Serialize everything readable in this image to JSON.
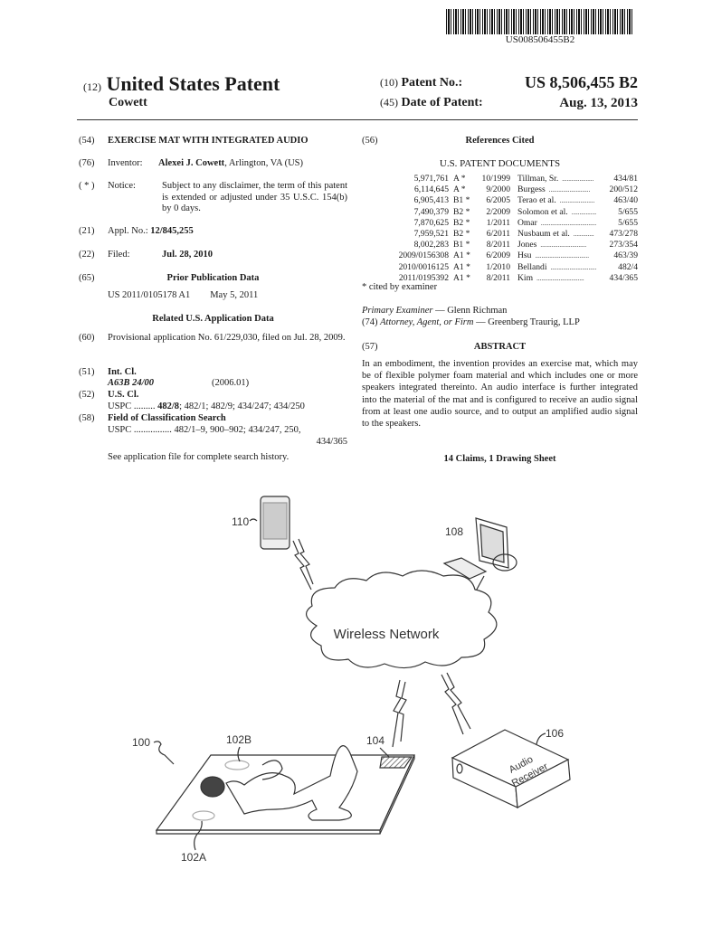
{
  "barcode": {
    "number": "US008506455B2"
  },
  "header": {
    "kind_code": "(12)",
    "title": "United States Patent",
    "inventor_surname": "Cowett",
    "patent_no_code": "(10)",
    "patent_no_label": "Patent No.:",
    "patent_no": "US 8,506,455 B2",
    "date_code": "(45)",
    "date_label": "Date of Patent:",
    "date": "Aug. 13, 2013"
  },
  "left": {
    "title": {
      "code": "(54)",
      "text": "EXERCISE MAT WITH INTEGRATED AUDIO"
    },
    "inventor": {
      "code": "(76)",
      "label": "Inventor:",
      "name": "Alexei J. Cowett",
      "location": ", Arlington, VA (US)"
    },
    "notice": {
      "code": "( * )",
      "label": "Notice:",
      "text": "Subject to any disclaimer, the term of this patent is extended or adjusted under 35 U.S.C. 154(b) by 0 days."
    },
    "appl": {
      "code": "(21)",
      "label": "Appl. No.:",
      "value": "12/845,255"
    },
    "filed": {
      "code": "(22)",
      "label": "Filed:",
      "value": "Jul. 28, 2010"
    },
    "prior": {
      "code": "(65)",
      "heading": "Prior Publication Data",
      "pub": "US 2011/0105178 A1",
      "date": "May 5, 2011"
    },
    "related": {
      "heading": "Related U.S. Application Data",
      "code": "(60)",
      "text": "Provisional application No. 61/229,030, filed on Jul. 28, 2009."
    },
    "intcl": {
      "code": "(51)",
      "label": "Int. Cl.",
      "class": "A63B 24/00",
      "year": "(2006.01)"
    },
    "uscl": {
      "code": "(52)",
      "label": "U.S. Cl.",
      "prefix": "USPC .........",
      "main": "482/8",
      "rest": "; 482/1; 482/9; 434/247; 434/250"
    },
    "field": {
      "code": "(58)",
      "label": "Field of Classification Search",
      "line1": "USPC ................ 482/1–9, 900–902; 434/247, 250,",
      "line2": "434/365",
      "note": "See application file for complete search history."
    }
  },
  "right": {
    "refs": {
      "code": "(56)",
      "heading": "References Cited",
      "subheading": "U.S. PATENT DOCUMENTS",
      "items": [
        {
          "no": "5,971,761",
          "kind": "A  *",
          "date": "10/1999",
          "name": "Tillman, Sr.",
          "dots": "....................",
          "cls": "434/81"
        },
        {
          "no": "6,114,645",
          "kind": "A  *",
          "date": "9/2000",
          "name": "Burgess",
          "dots": "..........................",
          "cls": "200/512"
        },
        {
          "no": "6,905,413",
          "kind": "B1 *",
          "date": "6/2005",
          "name": "Terao et al.",
          "dots": "......................",
          "cls": "463/40"
        },
        {
          "no": "7,490,379",
          "kind": "B2 *",
          "date": "2/2009",
          "name": "Solomon et al.",
          "dots": "..................",
          "cls": "5/655"
        },
        {
          "no": "7,870,625",
          "kind": "B2 *",
          "date": "1/2011",
          "name": "Omar",
          "dots": "...................................",
          "cls": "5/655"
        },
        {
          "no": "7,959,521",
          "kind": "B2 *",
          "date": "6/2011",
          "name": "Nusbaum et al.",
          "dots": ".............",
          "cls": "473/278"
        },
        {
          "no": "8,002,283",
          "kind": "B1 *",
          "date": "8/2011",
          "name": "Jones",
          "dots": ".............................",
          "cls": "273/354"
        },
        {
          "no": "2009/0156308",
          "kind": "A1 *",
          "date": "6/2009",
          "name": "Hsu",
          "dots": "..................................",
          "cls": "463/39"
        },
        {
          "no": "2010/0016125",
          "kind": "A1 *",
          "date": "1/2010",
          "name": "Bellandi",
          "dots": "...............................",
          "cls": "482/4"
        },
        {
          "no": "2011/0195392",
          "kind": "A1 *",
          "date": "8/2011",
          "name": "Kim",
          "dots": "..............................",
          "cls": "434/365"
        }
      ],
      "cited_note": "* cited by examiner"
    },
    "examiner": {
      "label": "Primary Examiner",
      "name": " — Glenn Richman"
    },
    "attorney": {
      "code": "(74)",
      "label": "Attorney, Agent, or Firm",
      "name": " — Greenberg Traurig, LLP"
    },
    "abstract": {
      "code": "(57)",
      "heading": "ABSTRACT",
      "text": "In an embodiment, the invention provides an exercise mat, which may be of flexible polymer foam material and which includes one or more speakers integrated thereinto. An audio interface is further integrated into the material of the mat and is configured to receive an audio signal from at least one audio source, and to output an amplified audio signal to the speakers."
    },
    "claims": "14 Claims, 1 Drawing Sheet"
  },
  "drawing": {
    "network": "Wireless Network",
    "receiver_line1": "Audio",
    "receiver_line2": "Receiver",
    "labels": {
      "phone": "110",
      "computer": "108",
      "system": "100",
      "speaker_b": "102B",
      "speaker_a": "102A",
      "interface": "104",
      "receiver": "106"
    }
  }
}
